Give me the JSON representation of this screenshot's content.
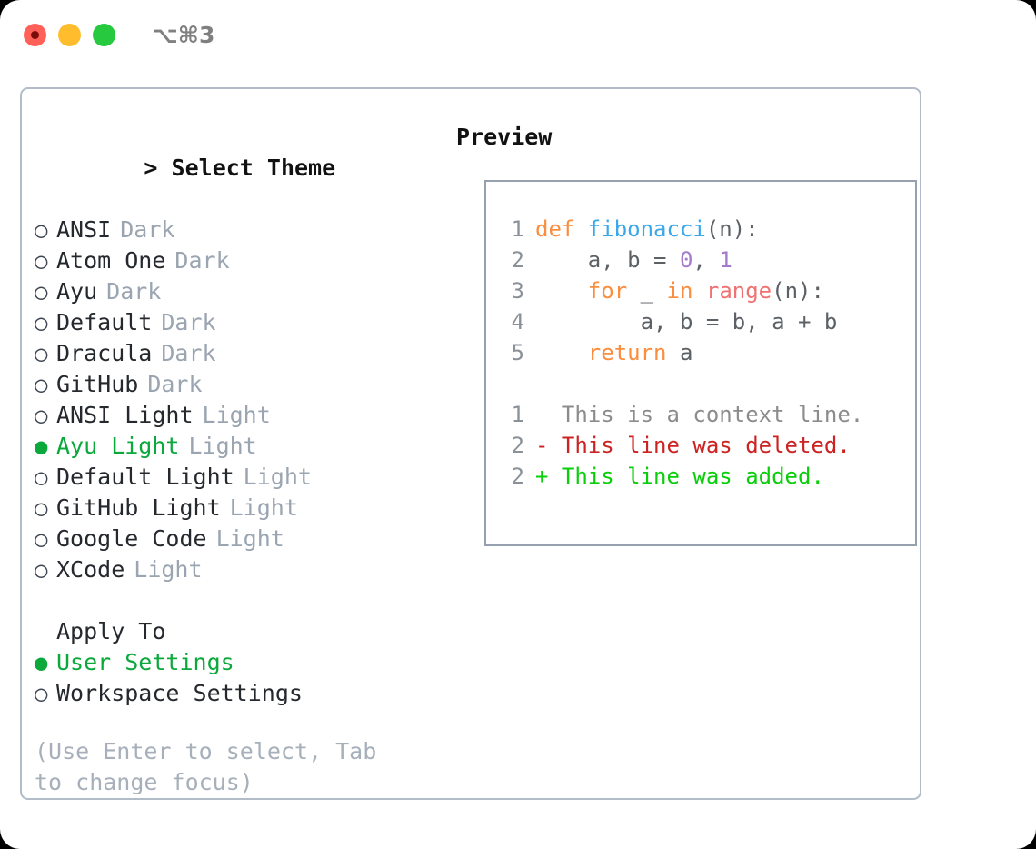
{
  "titlebar": {
    "shortcut": "⌥⌘3",
    "buttons": [
      {
        "name": "close",
        "color": "#ff6159"
      },
      {
        "name": "minimize",
        "color": "#ffbd2e"
      },
      {
        "name": "maximize",
        "color": "#27c93f"
      }
    ]
  },
  "accent": {
    "selected_green": "#0ba83c",
    "muted_gray": "#9aa5b1",
    "hint_gray": "#a7b0ba",
    "border": "#b2bcc9",
    "preview_border": "#96a0ae"
  },
  "theme_picker": {
    "prompt": ">",
    "title": "Select Theme",
    "bullet_unselected": "○",
    "bullet_selected": "●",
    "items": [
      {
        "label": "ANSI",
        "tag": "Dark",
        "selected": false
      },
      {
        "label": "Atom One",
        "tag": "Dark",
        "selected": false
      },
      {
        "label": "Ayu",
        "tag": "Dark",
        "selected": false
      },
      {
        "label": "Default",
        "tag": "Dark",
        "selected": false
      },
      {
        "label": "Dracula",
        "tag": "Dark",
        "selected": false
      },
      {
        "label": "GitHub",
        "tag": "Dark",
        "selected": false
      },
      {
        "label": "ANSI Light",
        "tag": "Light",
        "selected": false
      },
      {
        "label": "Ayu Light",
        "tag": "Light",
        "selected": true
      },
      {
        "label": "Default Light",
        "tag": "Light",
        "selected": false
      },
      {
        "label": "GitHub Light",
        "tag": "Light",
        "selected": false
      },
      {
        "label": "Google Code",
        "tag": "Light",
        "selected": false
      },
      {
        "label": "XCode",
        "tag": "Light",
        "selected": false
      }
    ]
  },
  "apply_to": {
    "title": "Apply To",
    "items": [
      {
        "label": "User Settings",
        "selected": true
      },
      {
        "label": "Workspace Settings",
        "selected": false
      }
    ]
  },
  "hint": "(Use Enter to select, Tab to change focus)",
  "preview": {
    "title": "Preview",
    "code_lines": [
      {
        "ln": "1",
        "tokens": [
          {
            "t": "def ",
            "c": "k-def"
          },
          {
            "t": "fibonacci",
            "c": "k-fn"
          },
          {
            "t": "(n):",
            "c": "k-punct"
          }
        ]
      },
      {
        "ln": "2",
        "tokens": [
          {
            "t": "    a, b = ",
            "c": "k-plain"
          },
          {
            "t": "0",
            "c": "k-num"
          },
          {
            "t": ", ",
            "c": "k-plain"
          },
          {
            "t": "1",
            "c": "k-num"
          }
        ]
      },
      {
        "ln": "3",
        "tokens": [
          {
            "t": "    ",
            "c": "k-plain"
          },
          {
            "t": "for",
            "c": "k-kw"
          },
          {
            "t": " _ ",
            "c": "k-plain"
          },
          {
            "t": "in",
            "c": "k-kw"
          },
          {
            "t": " ",
            "c": "k-plain"
          },
          {
            "t": "range",
            "c": "k-builtin"
          },
          {
            "t": "(n):",
            "c": "k-punct"
          }
        ]
      },
      {
        "ln": "4",
        "tokens": [
          {
            "t": "        a, b = b, a + b",
            "c": "k-plain"
          }
        ]
      },
      {
        "ln": "5",
        "tokens": [
          {
            "t": "    ",
            "c": "k-plain"
          },
          {
            "t": "return",
            "c": "k-kw"
          },
          {
            "t": " a",
            "c": "k-plain"
          }
        ]
      }
    ],
    "diff_lines": [
      {
        "ln": "1",
        "prefix": "  ",
        "text": "This is a context line.",
        "kind": "diff-ctx"
      },
      {
        "ln": "2",
        "prefix": "- ",
        "text": "This line was deleted.",
        "kind": "diff-del"
      },
      {
        "ln": "2",
        "prefix": "+ ",
        "text": "This line was added.",
        "kind": "diff-add"
      }
    ]
  }
}
